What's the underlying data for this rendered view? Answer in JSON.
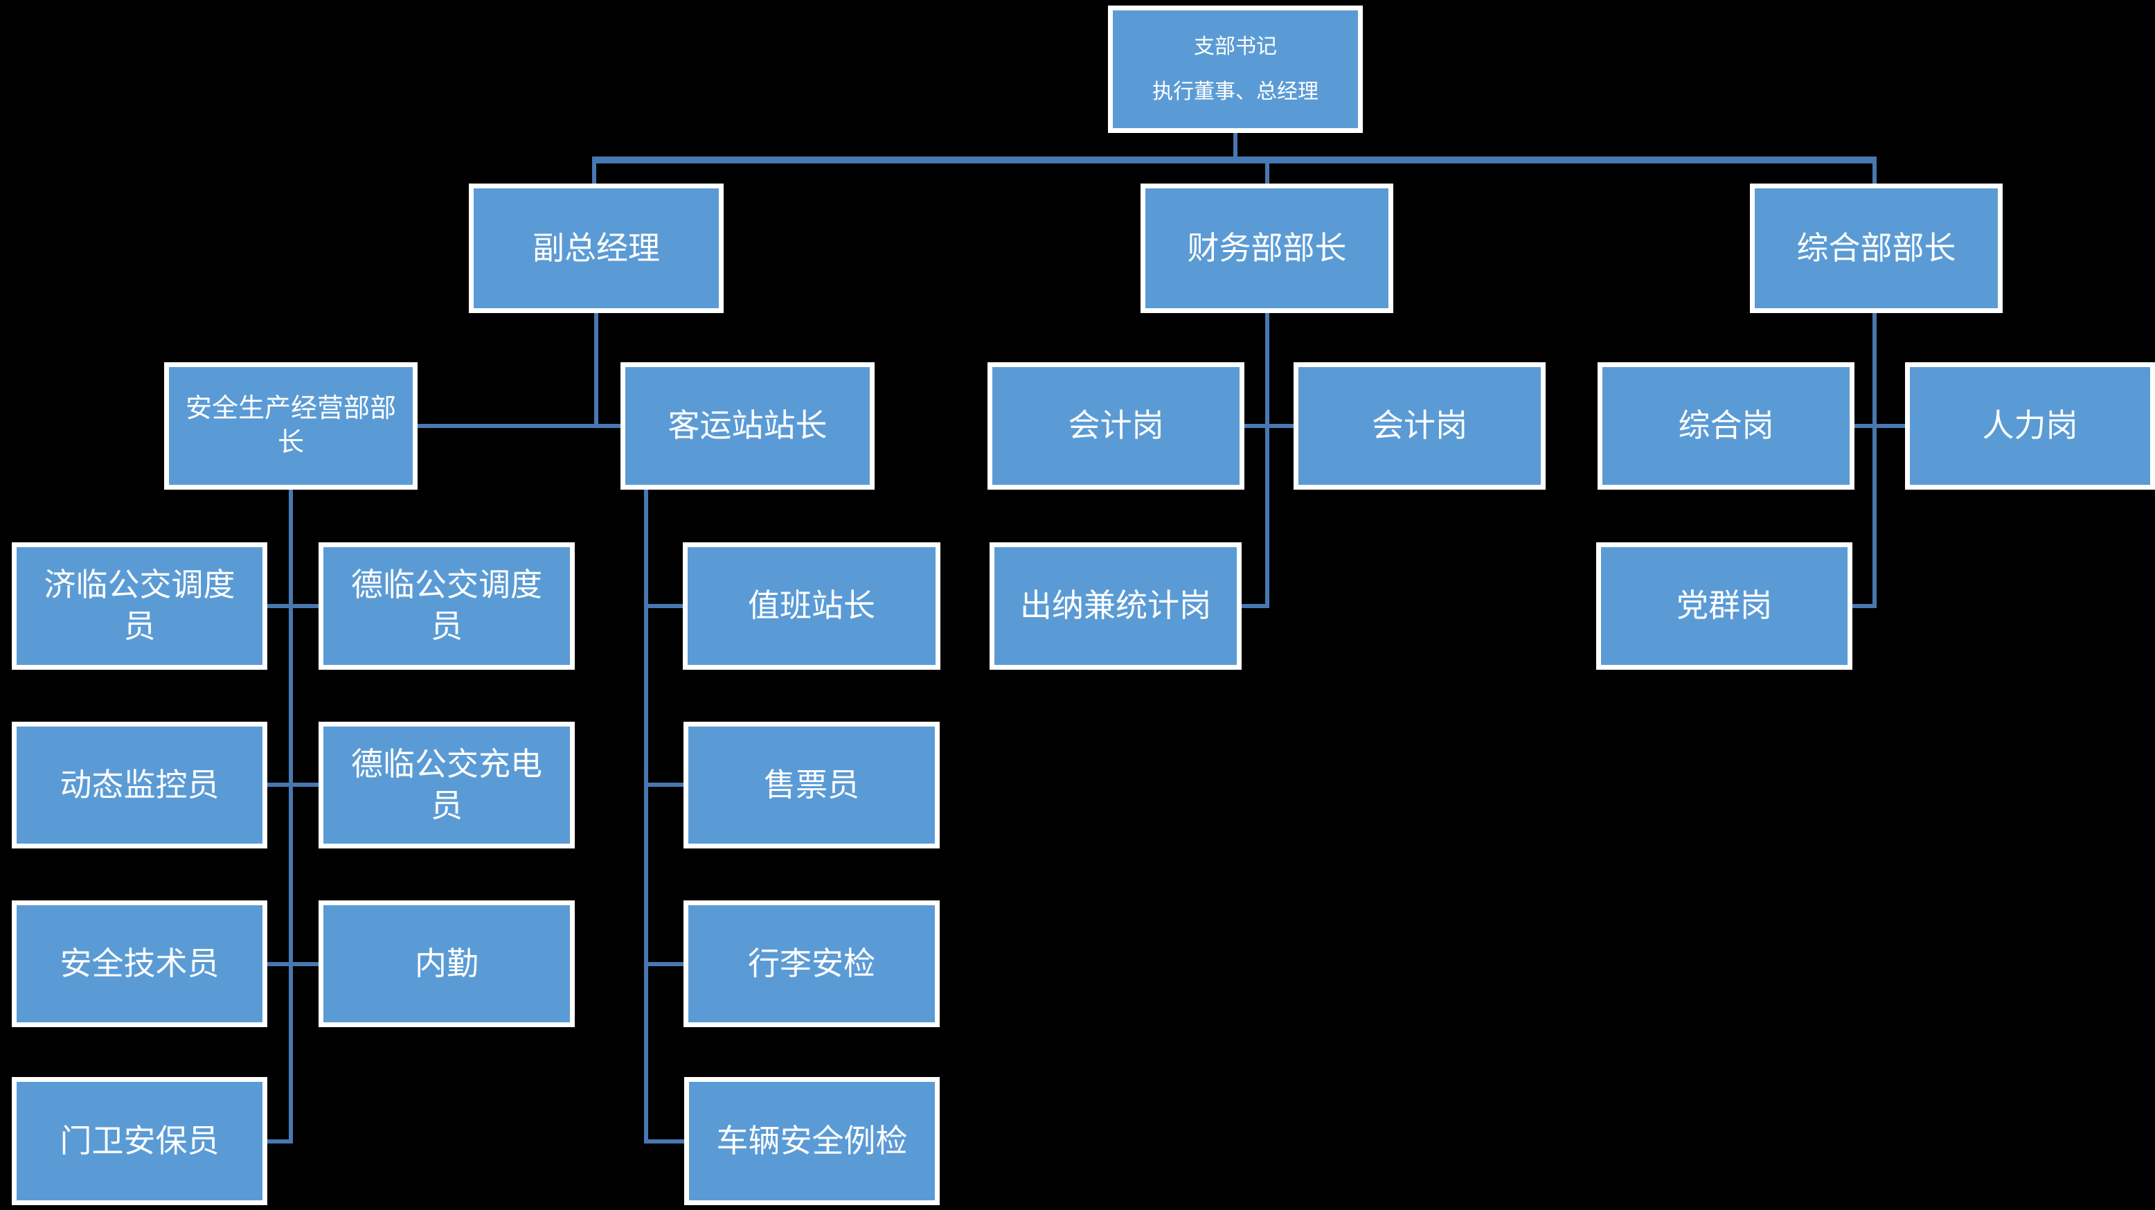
{
  "colors": {
    "background": "#000000",
    "box_fill": "#5B9BD5",
    "box_border": "#FFFFFF",
    "connector": "#4878B2",
    "text": "#FFFFFF"
  },
  "nodes": {
    "branch_secretary": {
      "line1": "支部书记",
      "line2": "执行董事、总经理"
    },
    "deputy_gm": {
      "label": "副总经理"
    },
    "finance_head": {
      "label": "财务部部长"
    },
    "general_head": {
      "label": "综合部部长"
    },
    "safety_dept_head": {
      "label": "安全生产经营部部长"
    },
    "station_master": {
      "label": "客运站站长"
    },
    "accounting_1": {
      "label": "会计岗"
    },
    "accounting_2": {
      "label": "会计岗"
    },
    "general_post": {
      "label": "综合岗"
    },
    "hr_post": {
      "label": "人力岗"
    },
    "jilin_bus_dispatcher": {
      "label": "济临公交调度员"
    },
    "delin_bus_dispatcher": {
      "label": "德临公交调度员"
    },
    "duty_station_master": {
      "label": "值班站长"
    },
    "cashier_statistics": {
      "label": "出纳兼统计岗"
    },
    "party_group_post": {
      "label": "党群岗"
    },
    "dynamic_monitor": {
      "label": "动态监控员"
    },
    "delin_bus_charger": {
      "label": "德临公交充电员"
    },
    "ticket_seller": {
      "label": "售票员"
    },
    "safety_technician": {
      "label": "安全技术员"
    },
    "office_staff": {
      "label": "内勤"
    },
    "baggage_security": {
      "label": "行李安检"
    },
    "gate_guard": {
      "label": "门卫安保员"
    },
    "vehicle_safety_inspection": {
      "label": "车辆安全例检"
    }
  },
  "hierarchy": {
    "branch_secretary": [
      "deputy_gm",
      "finance_head",
      "general_head"
    ],
    "deputy_gm": [
      "safety_dept_head",
      "station_master"
    ],
    "finance_head": [
      "accounting_1",
      "accounting_2",
      "cashier_statistics"
    ],
    "general_head": [
      "general_post",
      "hr_post",
      "party_group_post"
    ],
    "safety_dept_head": [
      "jilin_bus_dispatcher",
      "delin_bus_dispatcher",
      "dynamic_monitor",
      "delin_bus_charger",
      "safety_technician",
      "office_staff",
      "gate_guard"
    ],
    "station_master": [
      "duty_station_master",
      "ticket_seller",
      "baggage_security",
      "vehicle_safety_inspection"
    ]
  }
}
